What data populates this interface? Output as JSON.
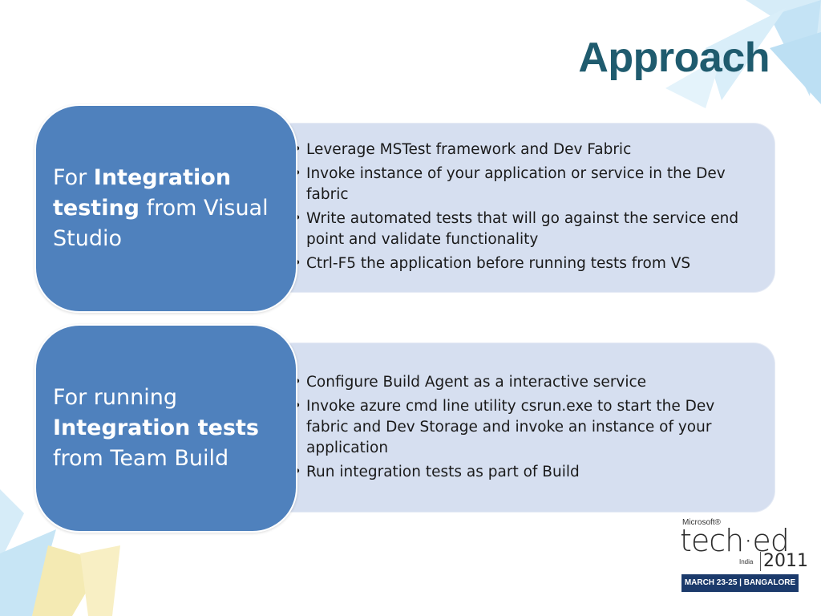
{
  "slide": {
    "title": "Approach"
  },
  "sections": [
    {
      "label": {
        "pre": "For ",
        "bold": "Integration testing",
        "post": " from Visual Studio"
      },
      "bullets": [
        "Leverage MSTest framework and Dev Fabric",
        "Invoke instance of your application or service in the Dev fabric",
        "Write automated tests that will go against the service end point and validate functionality",
        "Ctrl-F5 the application before running tests from VS"
      ]
    },
    {
      "label": {
        "pre": "For running ",
        "bold": "Integration tests",
        "post": " from Team Build"
      },
      "bullets": [
        "Configure Build Agent as a interactive service",
        "Invoke azure cmd line utility csrun.exe to start the Dev fabric and Dev Storage and invoke an instance of your application",
        "Run integration tests as part of Build"
      ]
    }
  ],
  "logo": {
    "brand": "Microsoft®",
    "name": "tech·ed",
    "region": "India",
    "year": "2011",
    "event": "MARCH 23-25  |  BANGALORE"
  },
  "colors": {
    "label_box": "#4f81bd",
    "detail_box": "#d6dff0",
    "title": "#1f5b6e",
    "decoration": "#bfe0f4"
  }
}
